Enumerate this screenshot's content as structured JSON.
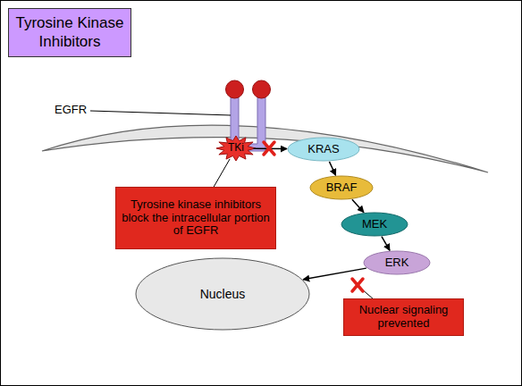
{
  "diagram": {
    "title": "Tyrosine Kinase Inhibitors",
    "nodes": [
      {
        "text": [
          "TKi"
        ]
      },
      {
        "text": [
          "KRAS"
        ]
      },
      {
        "text": [
          "BRAF"
        ]
      },
      {
        "text": [
          "MEK"
        ]
      },
      {
        "text": [
          "ERK"
        ]
      },
      {
        "text": [
          "Nucleus"
        ]
      },
      {
        "text": [
          "Tyrosine kinase inhibitors block the intracellular portion of EGFR"
        ]
      },
      {
        "text": [
          "Nuclear signaling prevented"
        ]
      }
    ],
    "edges": [
      {
        "from": 0,
        "to": 1,
        "arrow": "to"
      },
      {
        "from": 1,
        "to": 2,
        "arrow": "to"
      },
      {
        "from": 2,
        "to": 3,
        "arrow": "to"
      },
      {
        "from": 3,
        "to": 4,
        "arrow": "to"
      },
      {
        "from": 4,
        "to": 5,
        "arrow": "to"
      },
      {
        "from": 0,
        "to": 6,
        "arrow": "none"
      }
    ],
    "labels": [
      "EGFR"
    ]
  }
}
